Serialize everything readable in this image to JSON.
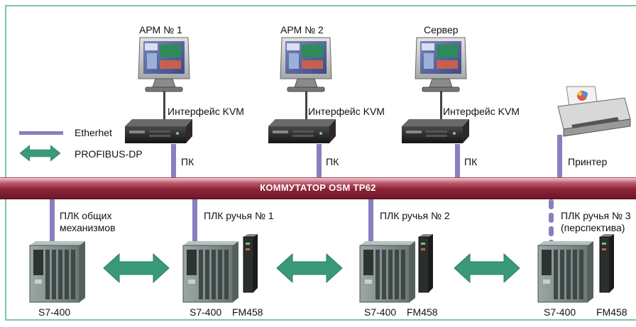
{
  "workstations": [
    {
      "title": "АРМ № 1",
      "kvm_label": "Интерфейс KVM",
      "pc_label": "ПК"
    },
    {
      "title": "АРМ № 2",
      "kvm_label": "Интерфейс KVM",
      "pc_label": "ПК"
    },
    {
      "title": "Сервер",
      "kvm_label": "Интерфейс KVM",
      "pc_label": "ПК"
    }
  ],
  "printer": {
    "label": "Принтер"
  },
  "legend": {
    "ethernet": "Etherhet",
    "profibus": "PROFIBUS-DP"
  },
  "switch": {
    "label": "КОММУТАТОР OSM TP62"
  },
  "plcs": [
    {
      "label_line1": "ПЛК общих",
      "label_line2": "механизмов",
      "cpu_label": "S7-400",
      "fm_label": ""
    },
    {
      "label_line1": "ПЛК ручья № 1",
      "label_line2": "",
      "cpu_label": "S7-400",
      "fm_label": "FM458"
    },
    {
      "label_line1": "ПЛК ручья № 2",
      "label_line2": "",
      "cpu_label": "S7-400",
      "fm_label": "FM458"
    },
    {
      "label_line1": "ПЛК ручья № 3",
      "label_line2": "(перспектива)",
      "cpu_label": "S7-400",
      "fm_label": "FM458"
    }
  ],
  "colors": {
    "ethernet": "#8a7fbe",
    "profibus": "#3a9a78",
    "switch": "#8c2436",
    "frame": "#7fc4a6"
  },
  "icons": [
    "monitor-icon",
    "server-icon",
    "printer-icon",
    "plc-rack-icon",
    "fm458-module-icon",
    "double-arrow-icon"
  ]
}
